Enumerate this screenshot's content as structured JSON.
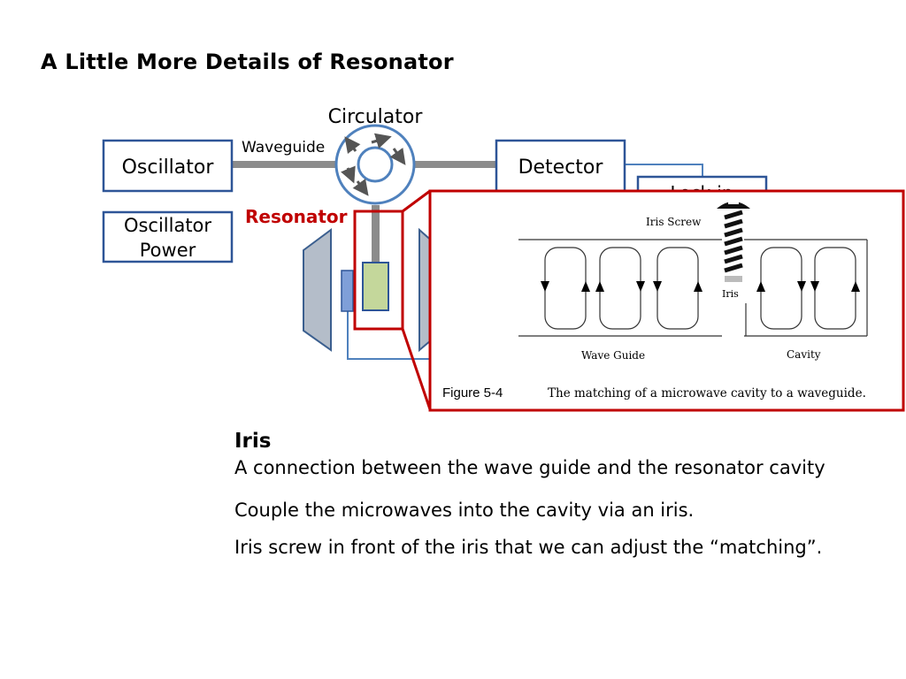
{
  "slide": {
    "title": "A Little More Details of Resonator"
  },
  "diagram": {
    "labels": {
      "circulator": "Circulator",
      "waveguide": "Waveguide",
      "oscillator": "Oscillator",
      "oscillator_power_line1": "Oscillator",
      "oscillator_power_line2": "Power",
      "detector": "Detector",
      "resonator": "Resonator",
      "lockin": "Lock-in"
    },
    "colors": {
      "box_border": "#2e5597",
      "waveguide": "#8c8c8c",
      "highlight": "#c00000",
      "sample": "#c4d79b",
      "magnet": "#b4bdc9",
      "modulation_coil": "#7f9fd8"
    }
  },
  "figure": {
    "iris_screw_label": "Iris Screw",
    "iris_label": "Iris",
    "waveguide_label": "Wave Guide",
    "cavity_label": "Cavity",
    "caption_number": "Figure 5-4",
    "caption_text": "The matching of a microwave cavity to a waveguide."
  },
  "text": {
    "heading": "Iris",
    "line1": "A connection between the wave guide and the resonator cavity",
    "line2": "Couple the microwaves into the cavity via an iris.",
    "line3": "Iris screw in front of the iris that we can adjust the “matching”."
  }
}
